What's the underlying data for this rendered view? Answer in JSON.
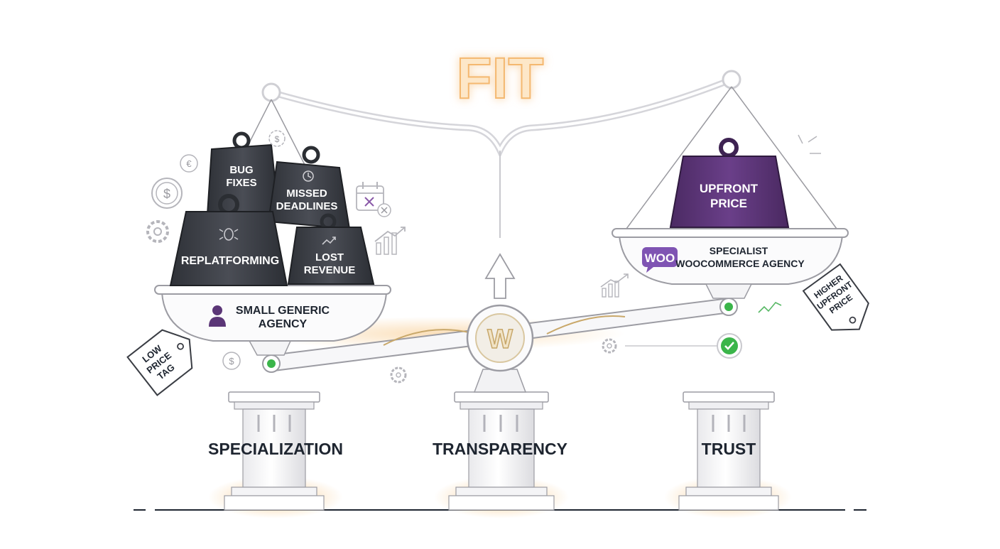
{
  "title": "FIT",
  "logo_letter": "W",
  "left_pan": {
    "label_line1": "SMALL GENERIC",
    "label_line2": "AGENCY",
    "tag_line1": "LOW",
    "tag_line2": "PRICE",
    "tag_line3": "TAG",
    "weights": [
      {
        "line1": "BUG",
        "line2": "FIXES",
        "icon": "bug-icon-none"
      },
      {
        "line1": "MISSED",
        "line2": "DEADLINES",
        "icon": "clock-icon"
      },
      {
        "line1": "REPLATFORMING",
        "line2": "",
        "icon": "bug-icon"
      },
      {
        "line1": "LOST",
        "line2": "REVENUE",
        "icon": "trend-up-icon"
      }
    ]
  },
  "right_pan": {
    "woo_logo": "WOO",
    "label_line1": "SPECIALIST",
    "label_line2": "WOOCOMMERCE AGENCY",
    "weight_line1": "UPFRONT",
    "weight_line2": "PRICE",
    "tag_line1": "HIGHER",
    "tag_line2": "UPFRONT",
    "tag_line3": "PRICE"
  },
  "pillars": [
    "SPECIALIZATION",
    "TRANSPARENCY",
    "TRUST"
  ],
  "colors": {
    "ink": "#1e2530",
    "dark_weight": "#3a3d44",
    "purple_weight": "#5b3677",
    "woo_purple": "#7f54b3",
    "glow": "#f5b96a",
    "check_green": "#3bb54a"
  },
  "decor_icons": [
    "euro-coin-icon",
    "dollar-coin-icon",
    "gear-icon",
    "calendar-x-icon",
    "chart-icon",
    "checkmark-icon"
  ]
}
